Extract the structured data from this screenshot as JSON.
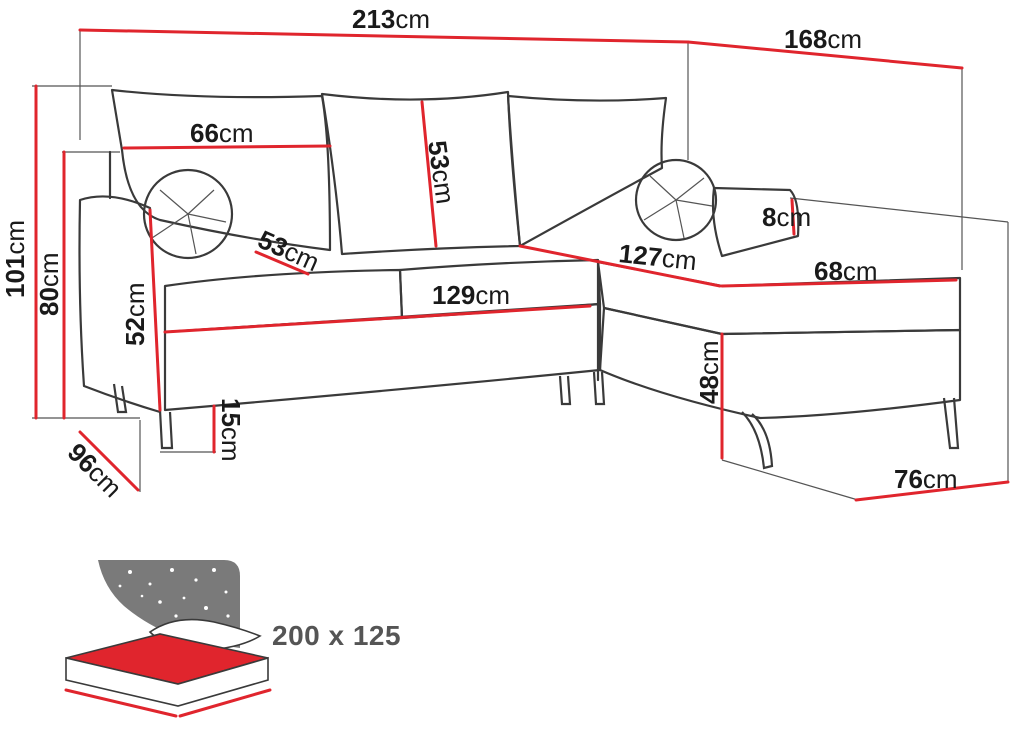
{
  "colors": {
    "accent": "#e0252d",
    "outline": "#3a3a3a",
    "bed_fill": "#e0252d",
    "night": "#7a7a7a"
  },
  "unit": "cm",
  "dimensions": {
    "total_width": "213",
    "side_length": "168",
    "total_height": "101",
    "armrest_height": "80",
    "cushion_width": "66",
    "cushion_height": "53",
    "seat_depth": "53",
    "seat_width": "129",
    "side_seat_width": "127",
    "back_height": "52",
    "arm_thickness": "8",
    "chaise_depth": "68",
    "seat_height": "48",
    "leg_height": "15",
    "depth": "96",
    "chaise_width": "76"
  },
  "sleeping_area": {
    "label": "200 x 125",
    "icon": "bed-night-icon"
  }
}
